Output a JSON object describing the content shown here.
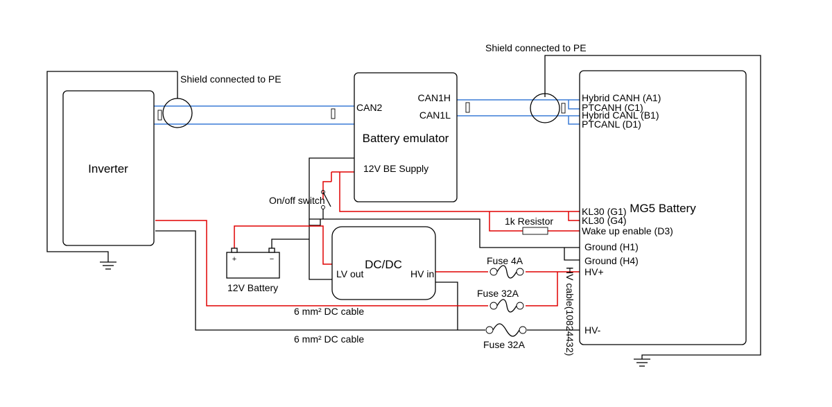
{
  "labels": {
    "inverter": "Inverter",
    "battery_emulator": "Battery emulator",
    "mg5_battery": "MG5 Battery",
    "dcdc": "DC/DC",
    "lv_out": "LV out",
    "hv_in": "HV in",
    "can2": "CAN2",
    "can1h": "CAN1H",
    "can1l": "CAN1L",
    "be_supply": "12V BE Supply",
    "shield_left": "Shield connected to PE",
    "shield_right": "Shield connected to PE",
    "on_off_switch": "On/off switch",
    "battery_12v": "12V Battery",
    "battery_plus": "+",
    "battery_minus": "−",
    "resistor_1k": "1k Resistor",
    "fuse_4a": "Fuse 4A",
    "fuse_32a_top": "Fuse 32A",
    "fuse_32a_bottom": "Fuse 32A",
    "dc_cable_1": "6 mm² DC cable",
    "dc_cable_2": "6 mm² DC cable",
    "hv_cable": "HV cable(10824432)"
  },
  "mg5_pins": [
    "Hybrid CANH (A1)",
    "PTCANH (C1)",
    "Hybrid CANL (B1)",
    "PTCANL (D1)",
    "KL30 (G1)",
    "KL30 (G4)",
    "Wake up enable (D3)",
    "Ground (H1)",
    "Ground (H4)",
    "HV+",
    "HV-"
  ],
  "colors": {
    "power_wire": "#e00000",
    "can_wire": "#3a7bd5",
    "ground_wire": "#000000"
  }
}
